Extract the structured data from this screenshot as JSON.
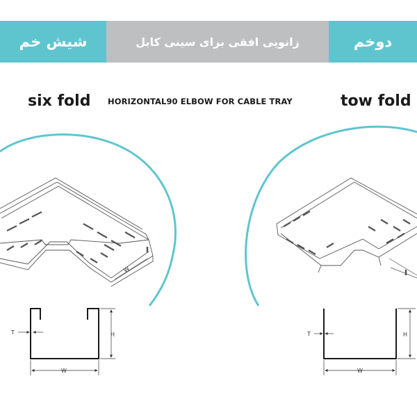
{
  "banner": {
    "left_label": "شیش خم",
    "center_label": "زانویی افقی برای سینی کابل",
    "right_label": "دوخم"
  },
  "headings": {
    "left": "six fold",
    "center": "HORIZONTAL90 ELBOW FOR CABLE TRAY",
    "right": "tow fold"
  },
  "dimensions": {
    "t": "T",
    "h": "H",
    "w": "W"
  },
  "colors": {
    "accent": "#5ec5cf",
    "gray_band": "#bebfc1",
    "line": "#1a1a1a"
  }
}
